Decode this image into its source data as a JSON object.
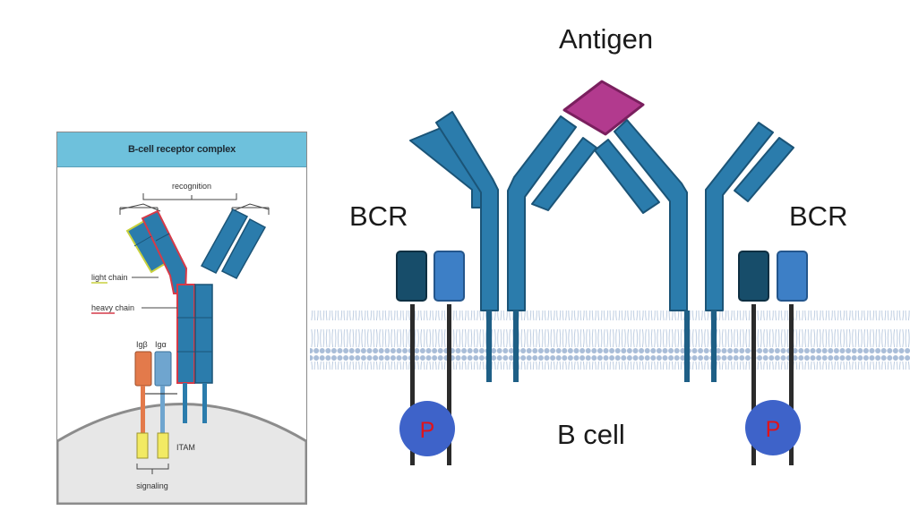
{
  "inset": {
    "title": "B-cell receptor complex",
    "recognition": "recognition",
    "light_chain": "light chain",
    "heavy_chain": "heavy chain",
    "ig_beta": "Igβ",
    "ig_alpha": "Igα",
    "itam": "ITAM",
    "signaling": "signaling"
  },
  "labels": {
    "antigen": "Antigen",
    "bcr_left": "BCR",
    "bcr_right": "BCR",
    "b_cell": "B cell",
    "phospho": "P"
  },
  "colors": {
    "receptor": "#2b7cac",
    "receptor_outline": "#1b5477",
    "antigen": "#b23a8e",
    "ig_dark": "#174d6a",
    "ig_light": "#3d7fc6",
    "phospho_circle": "#3e63c9",
    "phospho_text": "#e0131a",
    "membrane": "#a9bdd8",
    "header": "#6ec1dc",
    "ig_beta": "#e37a4b",
    "itam": "#f2ea63"
  }
}
